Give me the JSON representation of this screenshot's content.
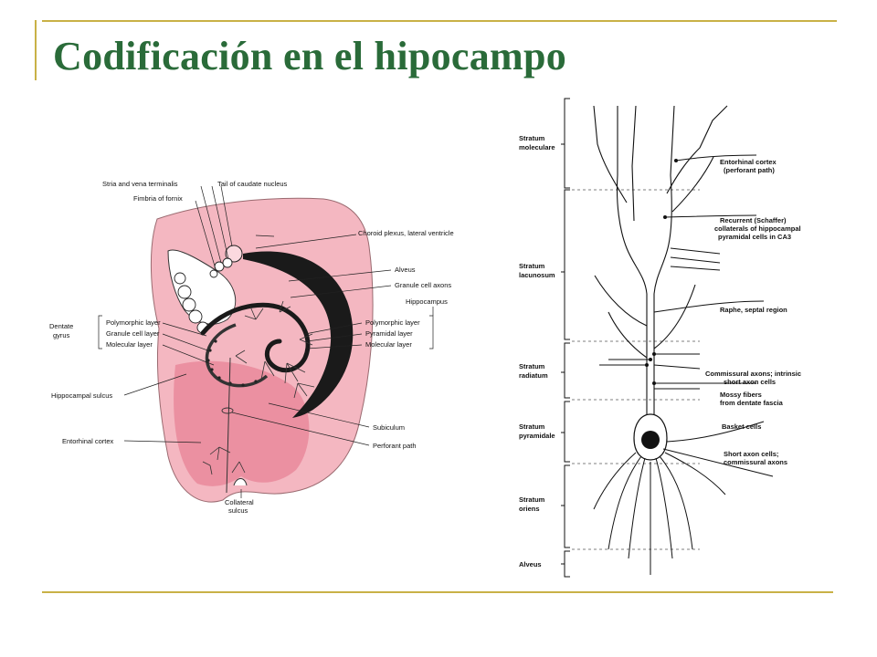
{
  "slide": {
    "title": "Codificación en el hipocampo"
  },
  "colors": {
    "title": "#2a6b39",
    "frame": "#c9b146",
    "tissue_pink": "#f4b7c1",
    "tissue_deep": "#e9899b"
  },
  "left_figure": {
    "labels": {
      "stria": "Stria and vena terminalis",
      "tail_caudate": "Tail of caudate nucleus",
      "fimbria": "Fimbria of fornix",
      "choroid": "Choroid plexus, lateral ventricle",
      "alveus": "Alveus",
      "granule_axons": "Granule cell axons",
      "hippocampus": "Hippocampus",
      "dentate_gyrus_1": "Dentate",
      "dentate_gyrus_2": "gyrus",
      "dg_polymorphic": "Polymorphic layer",
      "dg_granule": "Granule cell layer",
      "dg_molecular": "Molecular layer",
      "hc_polymorphic": "Polymorphic layer",
      "hc_pyramidal": "Pyramidal layer",
      "hc_molecular": "Molecular layer",
      "hippocampal_sulcus": "Hippocampal sulcus",
      "subiculum": "Subiculum",
      "entorhinal": "Entorhinal cortex",
      "perforant": "Perforant path",
      "collateral_1": "Collateral",
      "collateral_2": "sulcus"
    }
  },
  "right_figure": {
    "strata": {
      "moleculare_1": "Stratum",
      "moleculare_2": "moleculare",
      "lacunosum_1": "Stratum",
      "lacunosum_2": "lacunosum",
      "radiatum_1": "Stratum",
      "radiatum_2": "radiatum",
      "pyramidale_1": "Stratum",
      "pyramidale_2": "pyramidale",
      "oriens_1": "Stratum",
      "oriens_2": "oriens",
      "alveus": "Alveus"
    },
    "inputs": {
      "entorhinal_1": "Entorhinal cortex",
      "entorhinal_2": "(perforant path)",
      "schaffer_1": "Recurrent (Schaffer)",
      "schaffer_2": "collaterals of hippocampal",
      "schaffer_3": "pyramidal cells in CA3",
      "raphe": "Raphe, septal region",
      "commissural_1": "Commissural axons; intrinsic",
      "commissural_2": "short axon cells",
      "mossy_1": "Mossy fibers",
      "mossy_2": "from dentate fascia",
      "basket": "Basket cells",
      "short_axon_1": "Short axon cells;",
      "short_axon_2": "commissural axons"
    }
  }
}
